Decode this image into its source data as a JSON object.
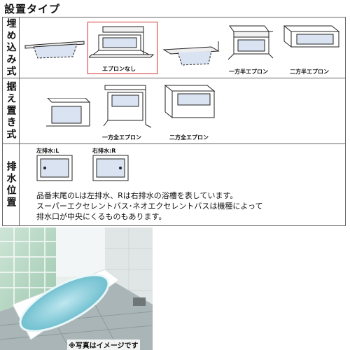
{
  "page_title": "設置タイプ",
  "sections": {
    "embedded": {
      "label": "埋め込み式",
      "items": {
        "no_apron": "エプロンなし",
        "half_apron_1": "一方半エプロン",
        "half_apron_2": "二方半エプロン"
      }
    },
    "free_standing": {
      "label": "据え置き式",
      "items": {
        "full_apron_1": "一方全エプロン",
        "full_apron_2": "二方全エプロン"
      }
    },
    "drain": {
      "label": "排水位置",
      "left": "左排水:L",
      "right": "右排水:R",
      "note_lines": [
        "品番末尾のLは左排水、Rは右排水の浴槽を表しています。",
        "スーパーエクセレントバス･ネオエクセレントバスは機種によって",
        "排水口が中央にくるものもあります。"
      ]
    }
  },
  "photo": {
    "caption": "※写真はイメージです"
  },
  "colors": {
    "highlight": "#d0342c",
    "tub_fill": "#d9e3f1",
    "water": "#7cc7d6"
  }
}
